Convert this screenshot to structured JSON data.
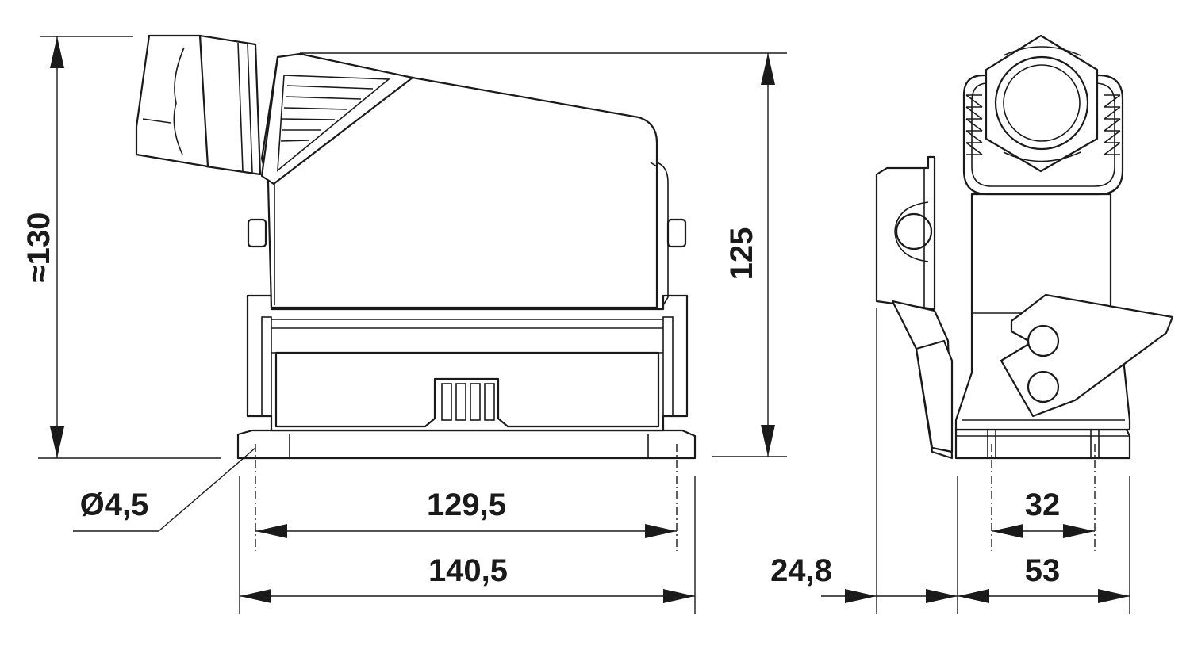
{
  "dimensions": {
    "height_overall": "≈130",
    "height_housing": "125",
    "hole_diameter": "Ø4,5",
    "hole_spacing": "129,5",
    "base_length": "140,5",
    "side_offset": "24,8",
    "side_hole_spacing": "32",
    "side_width": "53"
  },
  "colors": {
    "line": "#1a1a1a",
    "background": "#ffffff"
  }
}
